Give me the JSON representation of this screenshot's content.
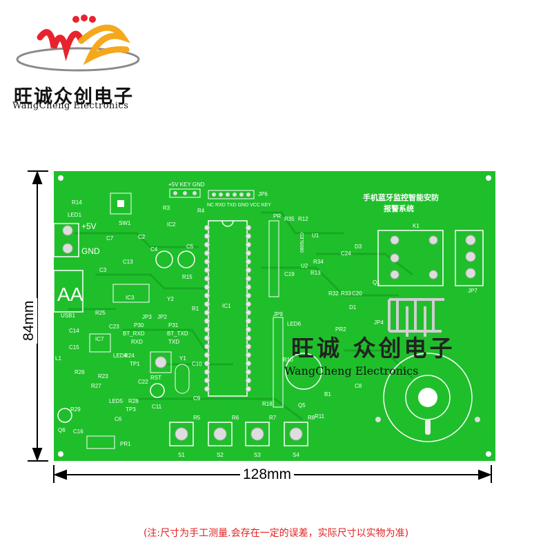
{
  "brand": {
    "name_cn": "旺诚众创电子",
    "name_en": "WangCheng Electronics",
    "logo_colors": [
      "#e8232d",
      "#f5a81c",
      "#8a8a8a"
    ]
  },
  "board": {
    "color": "#1fbf2b",
    "title_line1": "手机蓝牙监控智能安防",
    "title_line2": "报警系统",
    "labels": {
      "r14": "R14",
      "led1": "LED1",
      "sw1": "SW1",
      "r3": "R3",
      "r4": "R4",
      "ic2": "IC2",
      "p5v": "+5V",
      "gnd": "GND",
      "pwr_hdr": "+5V KEY GND",
      "jp6": "JP6",
      "c7": "C7",
      "c3": "C3",
      "c13": "C13",
      "c5": "C5",
      "c4": "C4",
      "c2": "C2",
      "ic3": "IC3",
      "r15": "R15",
      "y2": "Y2",
      "r1": "R1",
      "usb1": "USB1",
      "r25": "R25",
      "c23": "C23",
      "c14": "C14",
      "ic7": "IC7",
      "c15": "C15",
      "l1": "L1",
      "r26": "R26",
      "r23": "R23",
      "c22": "C22",
      "r27": "R27",
      "led5": "LED5",
      "r28": "R28",
      "tp3": "TP3",
      "r29": "R29",
      "c16": "C16",
      "c6": "C6",
      "q6": "Q6",
      "pr1": "PR1",
      "jp3": "JP3",
      "jp2": "JP2",
      "p30": "P30",
      "p31": "P31",
      "bt_rxd": "BT_RXD",
      "bt_txd": "BT_TXD",
      "rxd": "RXD",
      "txd": "TXD",
      "r24": "R24",
      "led4": "LED4",
      "tp1": "TP1",
      "rst": "RST",
      "y1": "Y1",
      "c10": "C10",
      "c9": "C9",
      "c11": "C11",
      "ic1": "IC1",
      "pr": "PR",
      "r35": "R35",
      "r12": "R12",
      "u1": "U1",
      "u2": "U2",
      "r34": "R34",
      "c19": "C19",
      "r13": "R13",
      "r32": "R32",
      "r33": "R33",
      "c20": "C20",
      "c24": "C24",
      "d3": "D3",
      "q1": "Q1",
      "d1": "D1",
      "jp9": "JP9",
      "led6": "LED6",
      "pr2": "PR2",
      "r10": "R10",
      "r18": "R18",
      "q5": "Q5",
      "b1": "B1",
      "r11": "R11",
      "c8": "C8",
      "k1": "K1",
      "jp7": "JP7",
      "jp4": "JP4",
      "r5": "R5",
      "r6": "R6",
      "r7": "R7",
      "r8": "R8",
      "s1": "S1",
      "s2": "S2",
      "s3": "S3",
      "s4": "S4",
      "jp6_pins": "NC RXD TXD GND VCC KEY",
      "o805": "0805LED"
    }
  },
  "watermark": {
    "cn": "旺诚 众创电子",
    "en": "WangCheng Electronics"
  },
  "dimensions": {
    "width": "128mm",
    "height": "84mm"
  },
  "note": "(注:尺寸为手工测量.会存在一定的误差，实际尺寸以实物为准)"
}
